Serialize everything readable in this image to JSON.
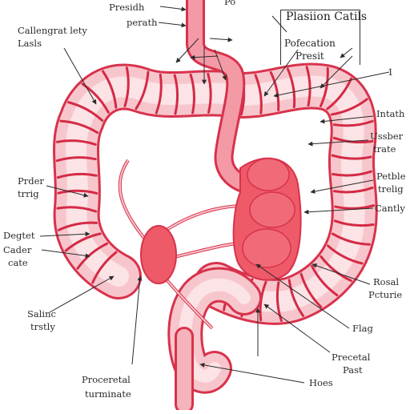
{
  "title_box": {
    "title": "Plasiion Catils",
    "line1": "Pofecation",
    "line2": "Presit"
  },
  "marker_one": "1",
  "labels": {
    "top_left": [
      "Presidh",
      "perath"
    ],
    "top_right": "Po",
    "upper_left": [
      "Callengrat lety",
      "Lasls"
    ],
    "intath": "Intath",
    "usber": [
      "Ussber",
      "trate"
    ],
    "petble": [
      "Petble",
      "trelig"
    ],
    "cantly": "Cantly",
    "prder": [
      "Prder",
      "trrig"
    ],
    "degtet": "Degtet",
    "cader": [
      "Cader",
      "cate"
    ],
    "rosal": [
      "Rosal",
      "Pcturie"
    ],
    "salinc": [
      "Salinc",
      "trstly"
    ],
    "flag": "Flag",
    "precetal": [
      "Precetal",
      "Past"
    ],
    "proceretal": [
      "Proceretal",
      "turminate"
    ],
    "hoes": "Hoes"
  },
  "colors": {
    "wall_fill": "#f7c6cc",
    "wall_stroke": "#d8324c",
    "organ_fill": "#ee5a68",
    "fold": "#d42a45",
    "ink": "#2b2b2b"
  }
}
